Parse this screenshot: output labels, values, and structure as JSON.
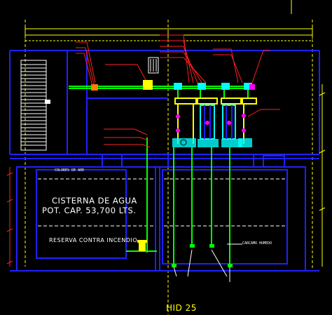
{
  "drawing": {
    "sheet_id": "HID 25",
    "main_labels": {
      "tank_title": "CISTERNA DE AGUA",
      "capacity": "POT. CAP. 53,700 LTS.",
      "fire_reserve": "RESERVA CONTRA INCENDIO",
      "color_note": "COLORES DE ARE",
      "suction_note": "CARCAMO HUMEDO"
    },
    "colors": {
      "background": "#000000",
      "pipe_green": "#00ff00",
      "structure_blue": "#2020ff",
      "annotation_magenta": "#ff00ff",
      "dim_yellow": "#ffff00",
      "callout_red": "#ff2020",
      "text_white": "#ffffff",
      "fitting_orange": "#ff8000",
      "valve_cyan": "#00ffff"
    }
  }
}
